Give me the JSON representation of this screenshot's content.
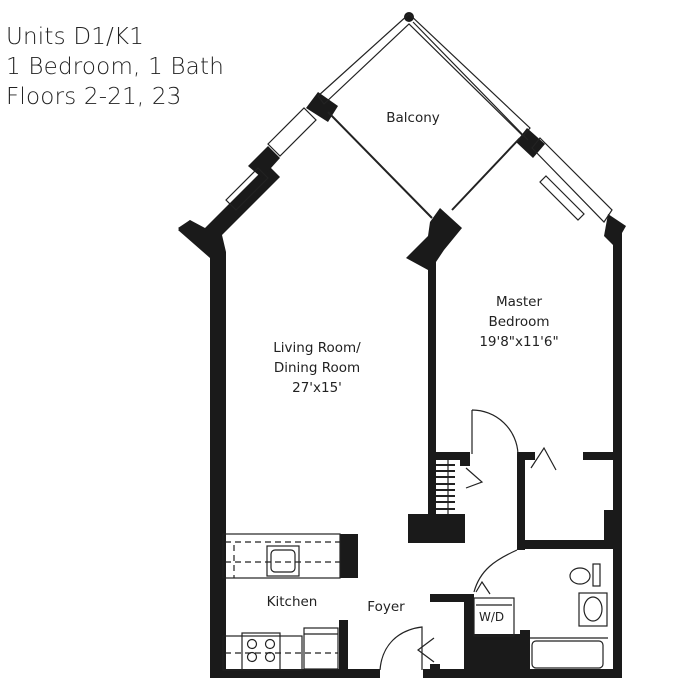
{
  "header": {
    "units": "Units D1/K1",
    "layout": "1 Bedroom, 1 Bath",
    "floors": "Floors 2-21, 23"
  },
  "rooms": {
    "balcony": {
      "name": "Balcony"
    },
    "living": {
      "name_line1": "Living Room/",
      "name_line2": "Dining Room",
      "size": "27'x15'"
    },
    "bedroom": {
      "name_line1": "Master",
      "name_line2": "Bedroom",
      "size": "19'8\"x11'6\""
    },
    "kitchen": {
      "name": "Kitchen"
    },
    "foyer": {
      "name": "Foyer"
    },
    "laundry": {
      "label": "W/D"
    }
  },
  "colors": {
    "wall": "#1a1a1a",
    "background": "#ffffff",
    "line": "#222222"
  }
}
